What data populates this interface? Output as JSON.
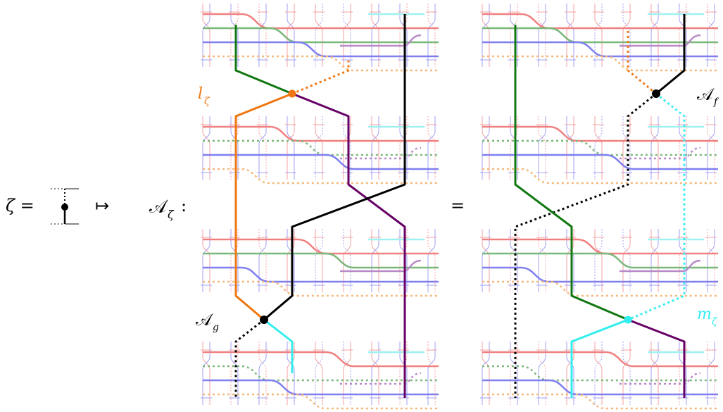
{
  "formula": {
    "zeta_eq": "ζ =",
    "maps_to": "↦",
    "A_zeta": "𝒜",
    "A_zeta_sub": "ζ",
    "colon": ":",
    "equals": "="
  },
  "labels": {
    "l_zeta": "l",
    "l_zeta_sub": "ζ",
    "A_f": "𝒜",
    "A_f_sub": "f",
    "A_g": "𝒜",
    "A_g_sub": "g",
    "m_zeta": "m",
    "m_zeta_sub": "ζ"
  },
  "colors": {
    "red": "#f08080",
    "green_light": "#7ab87a",
    "orange_light": "#f5b87a",
    "cyan": "#33eeee",
    "cyan_light": "#a0f0f0",
    "blue": "#7f7ff0",
    "purple_light": "#b88ac8",
    "green": "#117711",
    "orange": "#ee7711",
    "purple": "#660066",
    "black": "#000000",
    "grid_red": "#f5a0a0",
    "grid_blue": "#a0a0f5"
  }
}
